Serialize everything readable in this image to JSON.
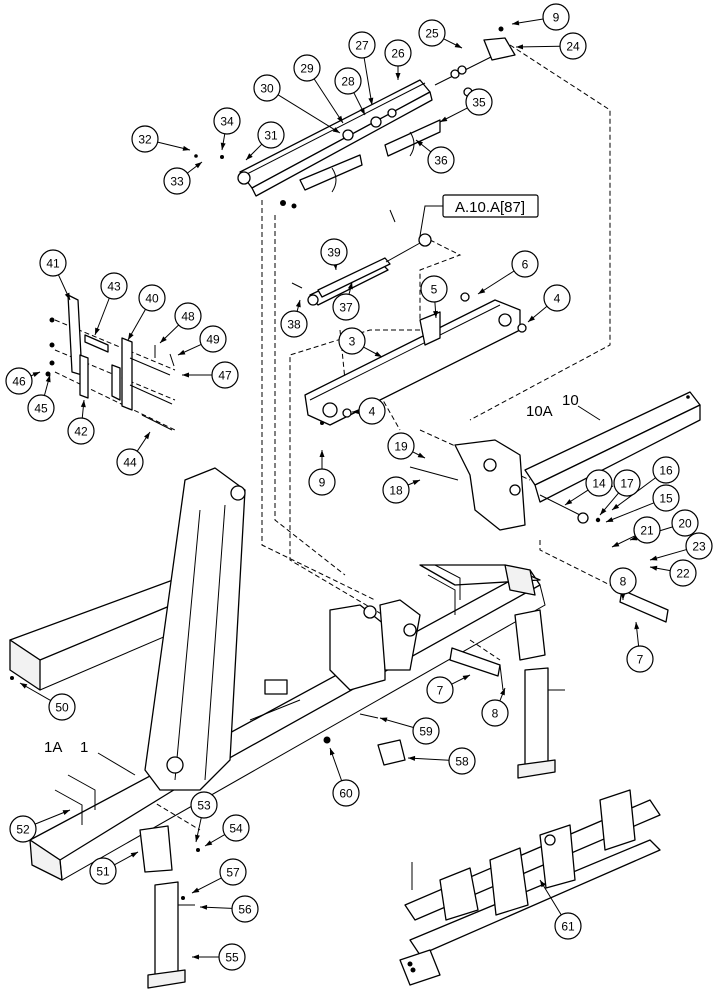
{
  "reference_box": {
    "label": "A.10.A[87]"
  },
  "assembly_labels": [
    {
      "id": "label-10a",
      "text": "10A"
    },
    {
      "id": "label-10",
      "text": "10"
    },
    {
      "id": "label-1a",
      "text": "1A"
    },
    {
      "id": "label-1",
      "text": "1"
    }
  ],
  "callouts": [
    {
      "n": "2",
      "show": false
    },
    {
      "n": "3"
    },
    {
      "n": "4"
    },
    {
      "n": "4"
    },
    {
      "n": "5"
    },
    {
      "n": "6"
    },
    {
      "n": "7"
    },
    {
      "n": "7"
    },
    {
      "n": "8"
    },
    {
      "n": "8"
    },
    {
      "n": "9"
    },
    {
      "n": "9"
    },
    {
      "n": "14"
    },
    {
      "n": "15"
    },
    {
      "n": "16"
    },
    {
      "n": "17"
    },
    {
      "n": "18"
    },
    {
      "n": "19"
    },
    {
      "n": "20"
    },
    {
      "n": "21"
    },
    {
      "n": "22"
    },
    {
      "n": "23"
    },
    {
      "n": "24"
    },
    {
      "n": "25"
    },
    {
      "n": "26"
    },
    {
      "n": "27"
    },
    {
      "n": "28"
    },
    {
      "n": "29"
    },
    {
      "n": "30"
    },
    {
      "n": "31"
    },
    {
      "n": "32"
    },
    {
      "n": "33"
    },
    {
      "n": "34"
    },
    {
      "n": "35"
    },
    {
      "n": "36"
    },
    {
      "n": "37"
    },
    {
      "n": "38"
    },
    {
      "n": "39"
    },
    {
      "n": "40"
    },
    {
      "n": "41"
    },
    {
      "n": "42"
    },
    {
      "n": "43"
    },
    {
      "n": "44"
    },
    {
      "n": "45"
    },
    {
      "n": "46"
    },
    {
      "n": "47"
    },
    {
      "n": "48"
    },
    {
      "n": "49"
    },
    {
      "n": "50"
    },
    {
      "n": "51"
    },
    {
      "n": "52"
    },
    {
      "n": "53"
    },
    {
      "n": "54"
    },
    {
      "n": "55"
    },
    {
      "n": "56"
    },
    {
      "n": "57"
    },
    {
      "n": "58"
    },
    {
      "n": "59"
    },
    {
      "n": "60"
    },
    {
      "n": "61"
    }
  ]
}
